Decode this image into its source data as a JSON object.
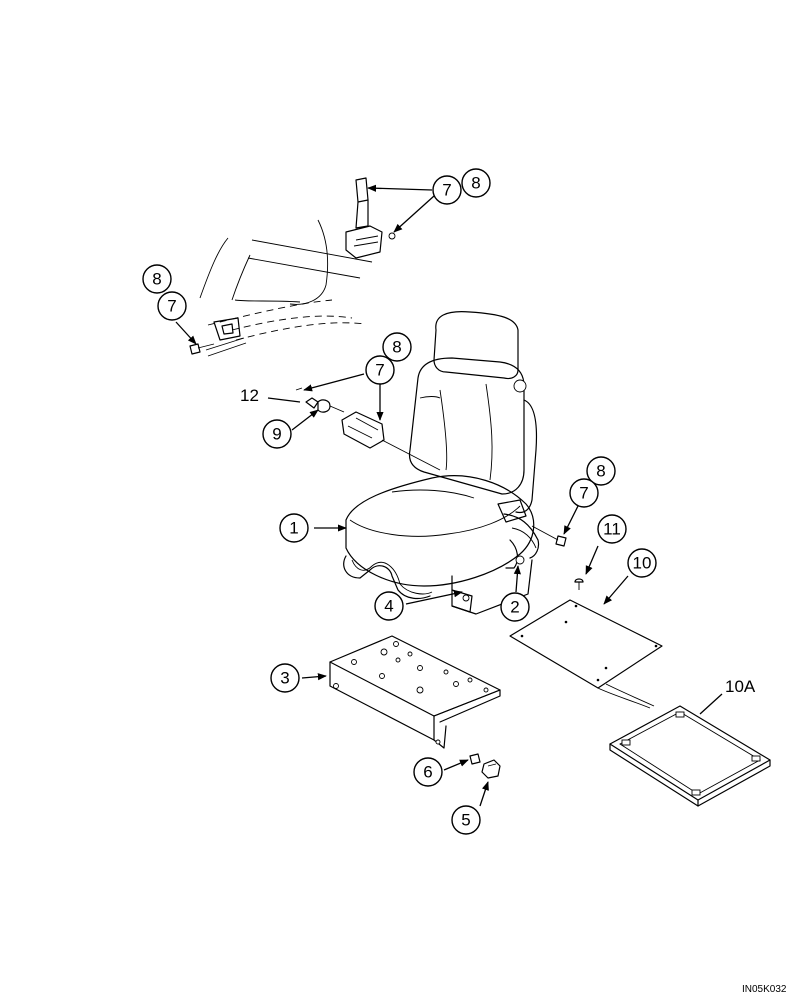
{
  "callouts": {
    "c1": "1",
    "c2": "2",
    "c3": "3",
    "c4": "4",
    "c5": "5",
    "c6": "6",
    "c7_top": "7",
    "c8_top": "8",
    "c8_left": "8",
    "c7_left": "7",
    "c8_mid": "8",
    "c7_mid": "7",
    "c9": "9",
    "c8_right": "8",
    "c7_right": "7",
    "c11": "11",
    "c10": "10"
  },
  "labels": {
    "twelve": "12",
    "ten_a": "10A",
    "figure_code": "IN05K032"
  }
}
